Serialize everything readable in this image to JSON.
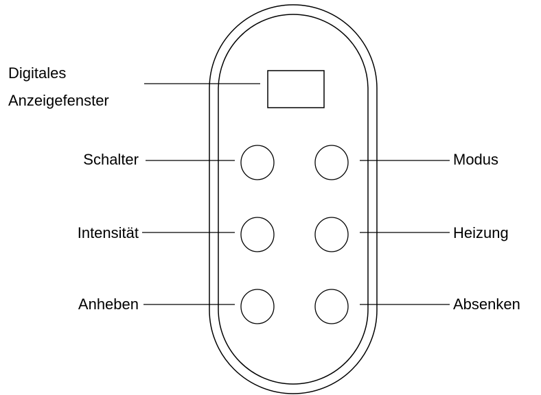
{
  "display": {
    "label_line1": "Digitales",
    "label_line2": "Anzeigefenster"
  },
  "buttons": {
    "power": "Schalter",
    "mode": "Modus",
    "intensity": "Intensität",
    "heating": "Heizung",
    "raise": "Anheben",
    "lower": "Absenken"
  }
}
